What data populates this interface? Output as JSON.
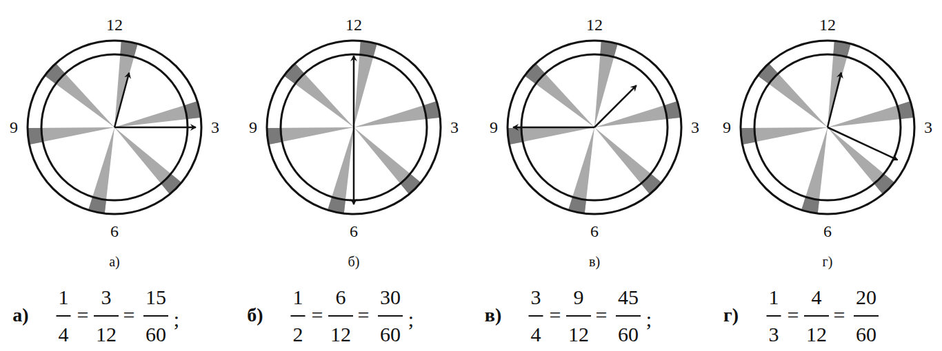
{
  "diagram": {
    "labels": [
      "12",
      "3",
      "6",
      "9",
      "а)",
      "12",
      "3",
      "6",
      "9",
      "б)",
      "12",
      "3",
      "6",
      "9",
      "в)",
      "12",
      "3",
      "6",
      "9",
      "г)",
      "а)",
      "1",
      "4",
      "=",
      "3",
      "12",
      "=",
      "15",
      "60",
      ";",
      "б)",
      "1",
      "2",
      "=",
      "6",
      "12",
      "=",
      "30",
      "60",
      ";",
      "в)",
      "3",
      "4",
      "=",
      "9",
      "12",
      "=",
      "45",
      "60",
      ";",
      "г)",
      "1",
      "3",
      "=",
      "4",
      "12",
      "=",
      "20",
      "60"
    ]
  }
}
